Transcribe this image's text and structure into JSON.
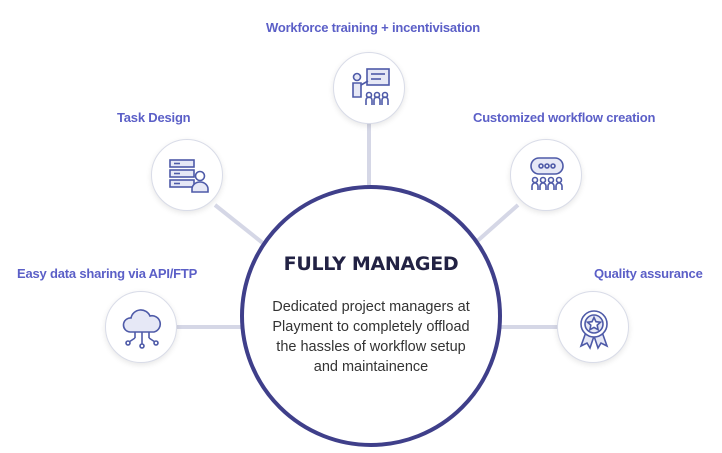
{
  "center": {
    "title": "FULLY MANAGED",
    "description": "Dedicated project managers at Playment to completely offload the hassles of workflow setup and maintainence"
  },
  "nodes": [
    {
      "label": "Workforce training + incentivisation",
      "icon": "training-presentation-icon"
    },
    {
      "label": "Task Design",
      "icon": "task-design-icon"
    },
    {
      "label": "Customized workflow creation",
      "icon": "workflow-team-icon"
    },
    {
      "label": "Easy data sharing via API/FTP",
      "icon": "cloud-share-icon"
    },
    {
      "label": "Quality assurance",
      "icon": "quality-badge-icon"
    }
  ],
  "colors": {
    "accent": "#5b5fc7",
    "icon": "#4e5aa8",
    "center_border": "#3f3f8a",
    "connector": "#d5d7e6"
  }
}
